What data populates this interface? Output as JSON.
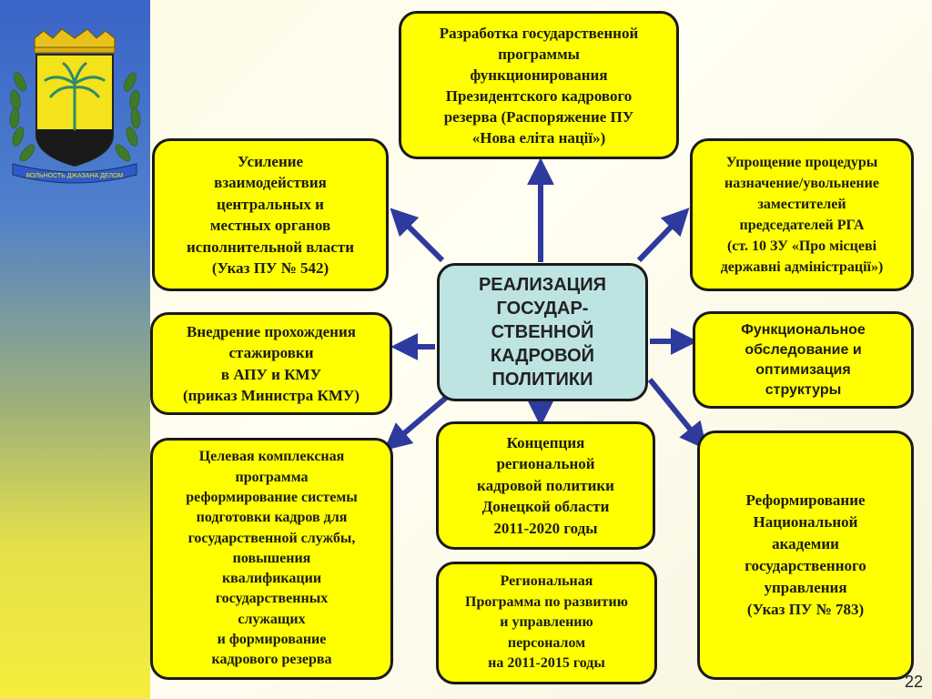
{
  "slide": {
    "page_number": "22",
    "emblem_motto": "ВОЛЬНОСТЬ ДЖАЗАНА ДЕЛОМ"
  },
  "center": {
    "text": "РЕАЛИЗАЦИЯ\nГОСУДАР-\nСТВЕННОЙ\nКАДРОВОЙ\nПОЛИТИКИ"
  },
  "boxes": {
    "top": "Разработка государственной\nпрограммы\nфункционирования\nПрезидентского кадрового\nрезерва (Распоряжение ПУ\n«Нова еліта нації»)",
    "upper_left": "Усиление\nвзаимодействия\nцентральных и\nместных органов\nисполнительной власти\n(Указ  ПУ № 542)",
    "upper_right": "Упрощение процедуры\nназначение/увольнение\nзаместителей\nпредседателей РГА\n(ст. 10 ЗУ «Про місцеві\nдержавні адміністрації»)",
    "middle_left": "Внедрение прохождения\nстажировки\nв АПУ и КМУ\n(приказ Министра КМУ)",
    "middle_right": "Функциональное\nобследование и\nоптимизация\nструктуры",
    "lower_left": "Целевая комплексная\nпрограмма\nреформирование системы\nподготовки кадров для\nгосударственной службы,\nповышения\nквалификации\nгосударственных\nслужащих\nи формирование\nкадрового резерва",
    "lower_center": "Концепция\nрегиональной\nкадровой политики\nДонецкой области\n2011-2020 годы",
    "lower_center_2": "Региональная\nПрограмма по развитию\nи управлению\nперсоналом\nна 2011-2015 годы",
    "lower_right": "Реформирование\nНациональной\nакадемии\nгосударственного\nуправления\n(Указ  ПУ № 783)"
  },
  "colors": {
    "box_fill": "#ffff00",
    "center_fill": "#bde3e3",
    "arrow": "#2e3a9e",
    "border": "#1a1a1a"
  }
}
